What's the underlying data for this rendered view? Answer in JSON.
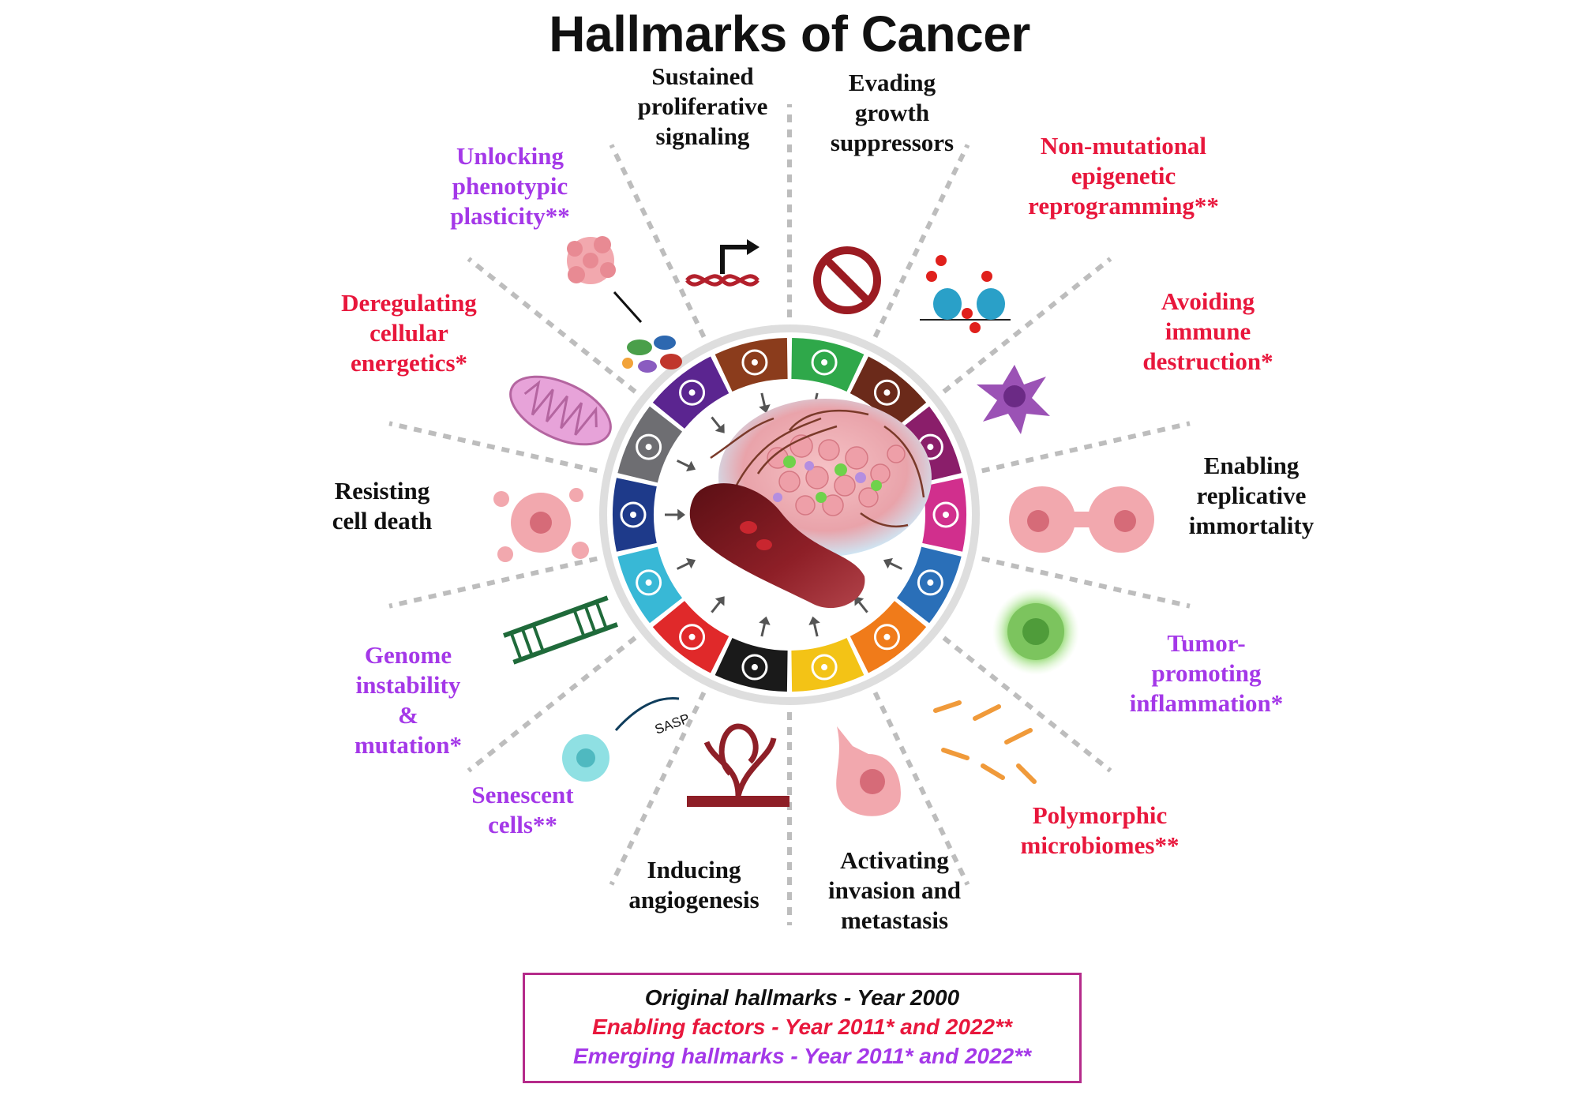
{
  "title": "Hallmarks of Cancer",
  "hallmarks": [
    {
      "id": "sustained",
      "lines": [
        "Sustained",
        "proliferative",
        "signaling"
      ],
      "group": "original",
      "color": "#2fa84a",
      "icon": "arrow-signal-icon"
    },
    {
      "id": "evading",
      "lines": [
        "Evading",
        "growth",
        "suppressors"
      ],
      "group": "original",
      "color": "#6b2a1a",
      "icon": "prohibition-icon"
    },
    {
      "id": "nonmut",
      "lines": [
        "Non-mutational",
        "epigenetic",
        "reprogramming**"
      ],
      "group": "enabling",
      "color": "#8a1e6a",
      "icon": "nucleosome-icon"
    },
    {
      "id": "immune",
      "lines": [
        "Avoiding",
        "immune",
        "destruction*"
      ],
      "group": "enabling",
      "color": "#d12f8d",
      "icon": "immune-cell-icon"
    },
    {
      "id": "immortal",
      "lines": [
        "Enabling",
        "replicative",
        "immortality"
      ],
      "group": "original",
      "color": "#2a6fb8",
      "icon": "infinity-icon"
    },
    {
      "id": "inflammation",
      "lines": [
        "Tumor-",
        "promoting",
        "inflammation*"
      ],
      "group": "emerging",
      "color": "#f07b1a",
      "icon": "flame-icon"
    },
    {
      "id": "microbiome",
      "lines": [
        "Polymorphic",
        "microbiomes**"
      ],
      "group": "enabling",
      "color": "#f3c316",
      "icon": "microbe-icon"
    },
    {
      "id": "invasion",
      "lines": [
        "Activating",
        "invasion and",
        "metastasis"
      ],
      "group": "original",
      "color": "#1a1a1a",
      "icon": "invasion-icon"
    },
    {
      "id": "angio",
      "lines": [
        "Inducing",
        "angiogenesis"
      ],
      "group": "original",
      "color": "#e0292a",
      "icon": "vessel-icon"
    },
    {
      "id": "senescent",
      "lines": [
        "Senescent",
        "cells**"
      ],
      "group": "emerging",
      "color": "#38b8d6",
      "icon": "leaf-cell-icon"
    },
    {
      "id": "genome",
      "lines": [
        "Genome",
        "instability",
        "&",
        "mutation*"
      ],
      "group": "emerging",
      "color": "#1e3a8a",
      "icon": "dna-icon"
    },
    {
      "id": "death",
      "lines": [
        "Resisting",
        "cell death"
      ],
      "group": "original",
      "color": "#6e6e72",
      "icon": "cross-icon"
    },
    {
      "id": "energetics",
      "lines": [
        "Deregulating",
        "cellular",
        "energetics*"
      ],
      "group": "enabling",
      "color": "#5b2590",
      "icon": "atom-icon"
    },
    {
      "id": "plasticity",
      "lines": [
        "Unlocking",
        "phenotypic",
        "plasticity**"
      ],
      "group": "emerging",
      "color": "#8b3c1c",
      "icon": "key-icon"
    }
  ],
  "legend": {
    "original": "Original hallmarks - Year 2000",
    "enabling": "Enabling factors - Year 2011* and 2022**",
    "emerging": "Emerging hallmarks - Year 2011* and 2022**"
  },
  "annotations": {
    "sasp": "SASP"
  },
  "colors": {
    "original": "#111111",
    "enabling": "#e8173c",
    "emerging": "#a438e8",
    "legend_border": "#b52b8a"
  }
}
